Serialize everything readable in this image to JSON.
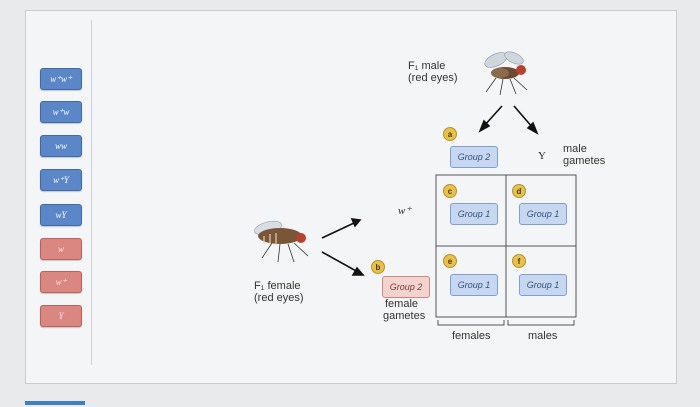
{
  "sidebar": {
    "tiles": [
      {
        "label": "w⁺w⁺",
        "color": "blue"
      },
      {
        "label": "w⁺w",
        "color": "blue"
      },
      {
        "label": "ww",
        "color": "blue"
      },
      {
        "label": "w⁺Y",
        "color": "blue"
      },
      {
        "label": "wY",
        "color": "blue"
      },
      {
        "label": "w",
        "color": "pink"
      },
      {
        "label": "w⁺",
        "color": "pink"
      },
      {
        "label": "Y",
        "color": "pink"
      }
    ]
  },
  "diagram": {
    "male_label": "F₁ male",
    "male_sub": "(red eyes)",
    "female_label": "F₁ female",
    "female_sub": "(red eyes)",
    "male_gametes_1": "male",
    "male_gametes_2": "gametes",
    "female_gametes_1": "female",
    "female_gametes_2": "gametes",
    "allele_wplus": "w⁺",
    "allele_y": "Y",
    "females_label": "females",
    "males_label": "males",
    "slots": {
      "a": "Group 2",
      "b": "Group 2",
      "c": "Group 1",
      "d": "Group 1",
      "e": "Group 1",
      "f": "Group 1"
    },
    "badges": {
      "a": "a",
      "b": "b",
      "c": "c",
      "d": "d",
      "e": "e",
      "f": "f"
    }
  },
  "colors": {
    "blue_tile": "#5b87c9",
    "pink_tile": "#d98780",
    "slot_blue": "#c7d7ef",
    "slot_pink": "#f2d3cf",
    "badge": "#e8c14a"
  }
}
